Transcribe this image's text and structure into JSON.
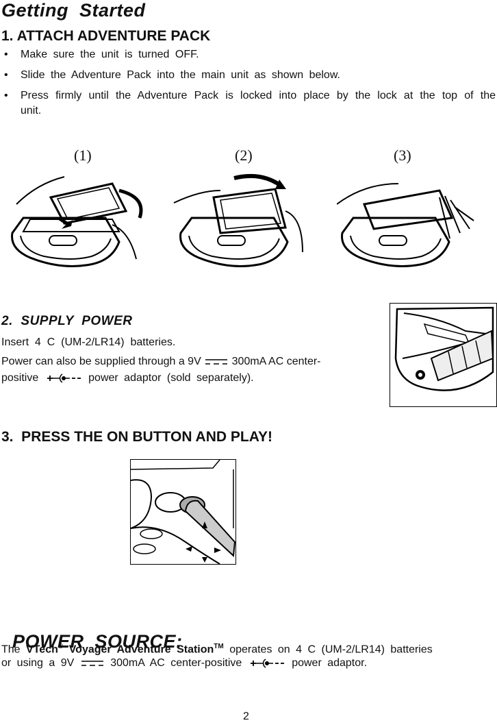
{
  "page_title": "Getting  Started",
  "section1": {
    "title": "1. ATTACH ADVENTURE PACK",
    "bullets": [
      "Make  sure  the  unit  is  turned  OFF.",
      "Slide  the  Adventure  Pack  into  the  main  unit  as  shown  below.",
      "Press  firmly  until  the  Adventure  Pack  is  locked  into  place  by  the  lock  at  the  top  of  the  unit."
    ],
    "bullet_glyph": "•",
    "figure_labels": [
      "(1)",
      "(2)",
      "(3)"
    ]
  },
  "section2": {
    "title": "2.  SUPPLY  POWER",
    "line1": "Insert  4  C  (UM-2/LR14)  batteries.",
    "line2_a": "Power can also be supplied through a 9V",
    "line2_b": "300mA AC center-",
    "line3_a": "positive",
    "line3_b": "power  adaptor  (sold  separately)."
  },
  "section3": {
    "title": "3.  PRESS THE ON BUTTON AND PLAY!"
  },
  "power_source": {
    "title": "POWER  SOURCE",
    "colon": ":",
    "text_the": "The",
    "brand": "VTech",
    "reg": "®",
    "product": "Voyager Adventure Station",
    "tm": "TM",
    "text_rest1": "operates  on  4  C  (UM-2/LR14)  batteries",
    "text_or": "or  using  a  9V",
    "text_ma": "300mA  AC  center-positive",
    "text_end": "power  adaptor."
  },
  "page_number": "2",
  "icons": [
    "dc-voltage-icon",
    "polarity-icon"
  ]
}
